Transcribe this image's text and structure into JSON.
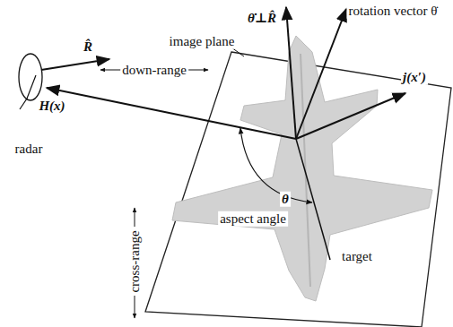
{
  "diagram": {
    "labels": [
      "rotation vector θ̇",
      "θ̇⊥R̂",
      "image plane",
      "j(x′)",
      "down-range",
      "R̂",
      "H(x)",
      "radar",
      "cross-range",
      "θ",
      "aspect angle",
      "target"
    ]
  }
}
